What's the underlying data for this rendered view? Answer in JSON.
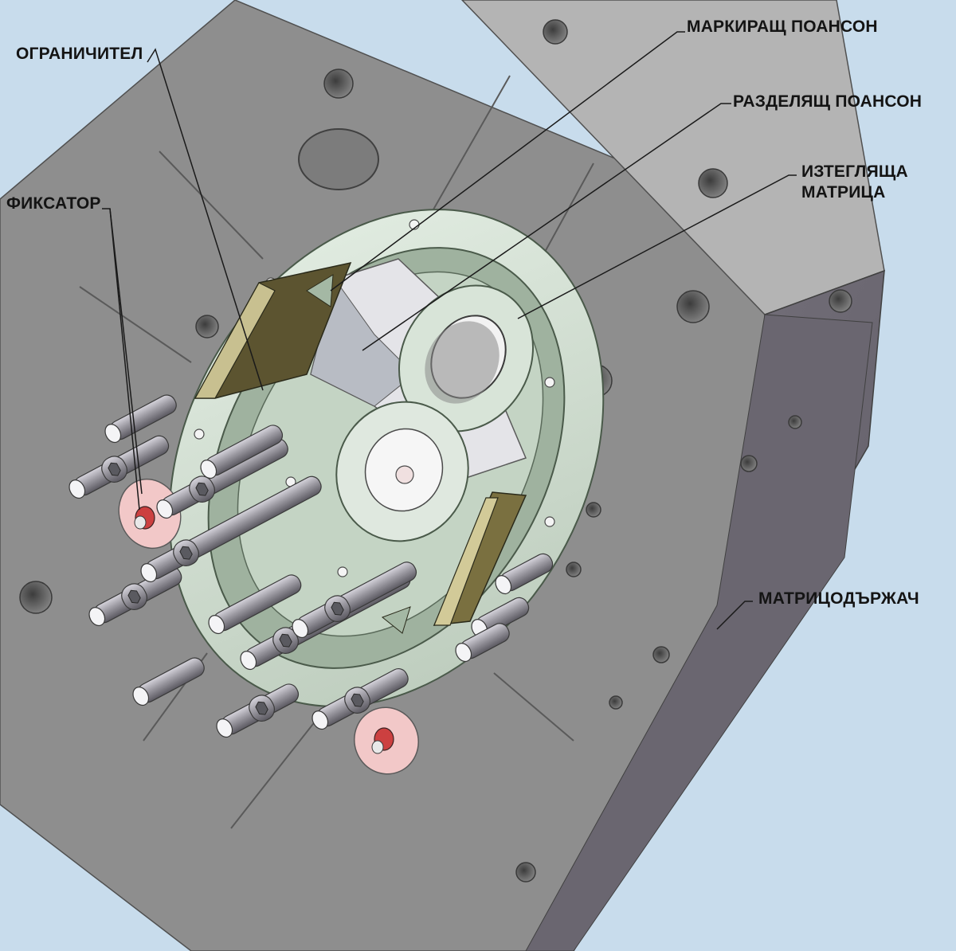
{
  "labels": {
    "limiter": "ОГРАНИЧИТЕЛ",
    "fixator": "ФИКСАТОР",
    "marking_punch": "МАРКИРАЩ ПОАНСОН",
    "separating_punch": "РАЗДЕЛЯЩ ПОАНСОН",
    "drawing_die_line1": "ИЗТЕГЛЯЩА",
    "drawing_die_line2": "МАТРИЦА",
    "die_holder": "МАТРИЦОДЪРЖАЧ"
  },
  "colors": {
    "background": "#c8dcec",
    "holder_face": "#8e8e8e",
    "holder_side": "#6e6a74",
    "holder_top": "#b4b4b4",
    "die_ring": "#d4e4d4",
    "punch": "#5c5430",
    "bolt": "#9c9aa2",
    "fixator": "#f2c8c8",
    "leader": "#1a1a1a"
  }
}
